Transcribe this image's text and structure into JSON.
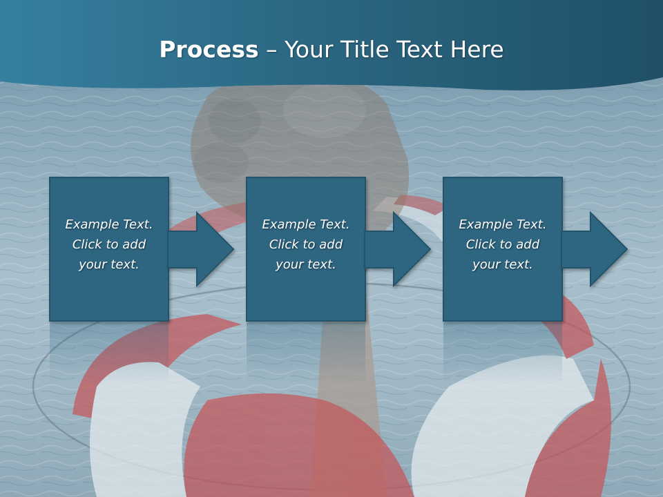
{
  "title": {
    "bold": "Process",
    "rest": " – Your Title Text Here"
  },
  "steps": [
    {
      "line1": "Example Text.",
      "line2": "Click  to add",
      "line3": "your text."
    },
    {
      "line1": "Example Text.",
      "line2": "Click  to add",
      "line3": "your text."
    },
    {
      "line1": "Example Text.",
      "line2": "Click  to add",
      "line3": "your text."
    }
  ],
  "colors": {
    "header": "#2e6a86",
    "box": "#2f6682",
    "box_border": "#24536b",
    "ring_red": "#c4575a",
    "ring_white": "#e6ecef"
  },
  "icons": [
    "right-arrow-icon"
  ]
}
